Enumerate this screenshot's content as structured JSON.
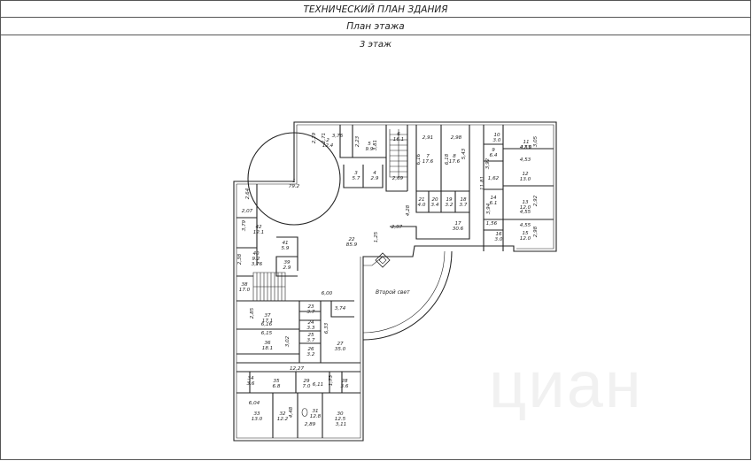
{
  "header": {
    "title": "ТЕХНИЧЕСКИЙ ПЛАН ЗДАНИЯ",
    "subtitle": "План этажа",
    "floor": "3 этаж"
  },
  "annotations": {
    "second_light": "Второй свет"
  },
  "watermark": "циан",
  "rooms": [
    {
      "id": "1",
      "area": "79.2"
    },
    {
      "id": "2",
      "area": "12.4"
    },
    {
      "id": "3",
      "area": "5.7"
    },
    {
      "id": "4",
      "area": "2.9"
    },
    {
      "id": "5",
      "area": "9.9"
    },
    {
      "id": "6",
      "area": "16.1"
    },
    {
      "id": "7",
      "area": "17.6"
    },
    {
      "id": "8",
      "area": "17.6"
    },
    {
      "id": "9",
      "area": "6.4"
    },
    {
      "id": "10",
      "area": "3.0"
    },
    {
      "id": "11",
      "area": "12.0"
    },
    {
      "id": "12",
      "area": "13.0"
    },
    {
      "id": "13",
      "area": "12.0"
    },
    {
      "id": "14",
      "area": "6.1"
    },
    {
      "id": "15",
      "area": "12.0"
    },
    {
      "id": "16",
      "area": "3.0"
    },
    {
      "id": "17",
      "area": "30.6"
    },
    {
      "id": "18",
      "area": "3.7"
    },
    {
      "id": "19",
      "area": "3.2"
    },
    {
      "id": "20",
      "area": "3.4"
    },
    {
      "id": "21",
      "area": "4.0"
    },
    {
      "id": "22",
      "area": "85.9"
    },
    {
      "id": "23",
      "area": "3.7"
    },
    {
      "id": "24",
      "area": "3.3"
    },
    {
      "id": "25",
      "area": "3.7"
    },
    {
      "id": "26",
      "area": "3.2"
    },
    {
      "id": "27",
      "area": "35.0"
    },
    {
      "id": "28",
      "area": "3.6"
    },
    {
      "id": "29",
      "area": "7.0"
    },
    {
      "id": "30",
      "area": "12.5"
    },
    {
      "id": "31",
      "area": "12.8"
    },
    {
      "id": "32",
      "area": "12.2"
    },
    {
      "id": "33",
      "area": "13.0"
    },
    {
      "id": "34",
      "area": "3.6"
    },
    {
      "id": "35",
      "area": "6.8"
    },
    {
      "id": "36",
      "area": "18.1"
    },
    {
      "id": "37",
      "area": "17.1"
    },
    {
      "id": "38",
      "area": "17.0"
    },
    {
      "id": "39",
      "area": "2.9"
    },
    {
      "id": "40",
      "area": "9.2"
    },
    {
      "id": "41",
      "area": "5.9"
    },
    {
      "id": "42",
      "area": "12.1"
    }
  ],
  "dimensions": [
    "2,29",
    "2,71",
    "3,76",
    "2,23",
    "3,81",
    "2,69",
    "2,91",
    "2,98",
    "6,16",
    "6,18",
    "5,43",
    "3,92",
    "3,05",
    "4,53",
    "4,53",
    "1,62",
    "11,81",
    "2,92",
    "4,55",
    "4,55",
    "3,94",
    "1,56",
    "2,98",
    "2,64",
    "2,07",
    "3,79",
    "2,38",
    "3,76",
    "4,28",
    "2,97",
    "1,25",
    "6,00",
    "2,85",
    "6,16",
    "6,15",
    "3,02",
    "3,74",
    "6,33",
    "12,27",
    "1,73",
    "6,11",
    "6,04",
    "4,48",
    "2,89",
    "3,11"
  ]
}
